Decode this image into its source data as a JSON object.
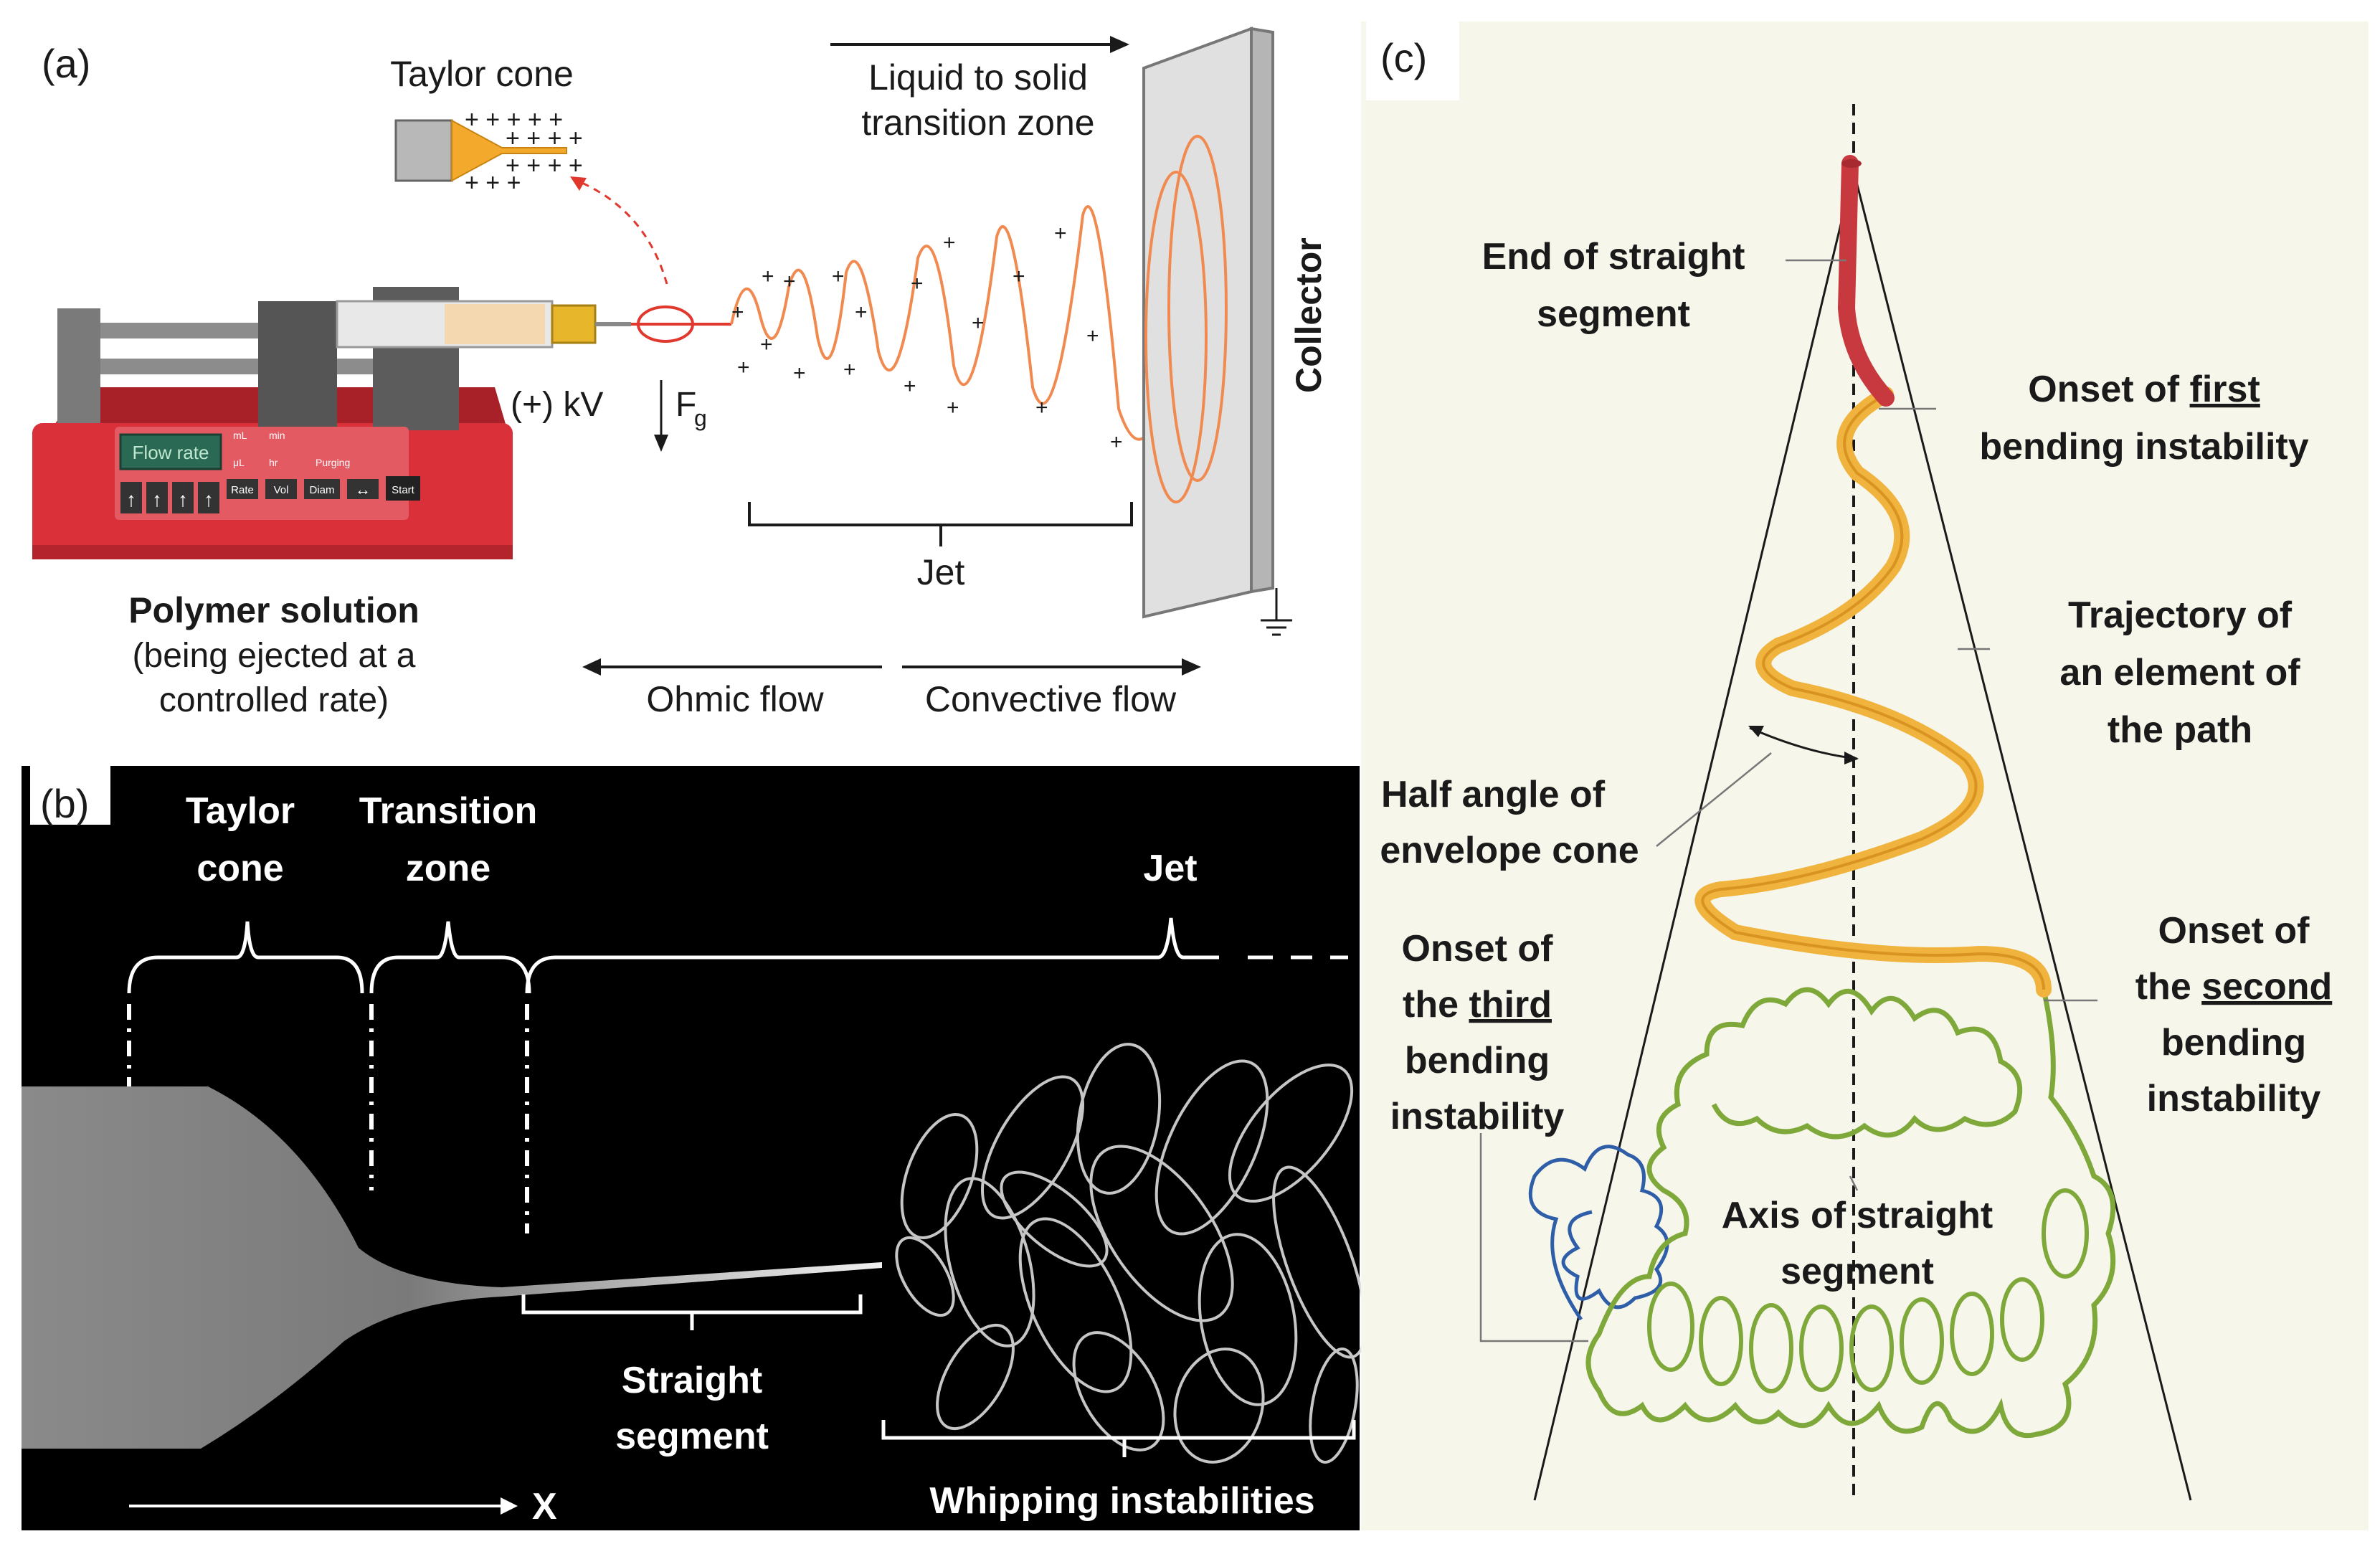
{
  "panel_a": {
    "label": "(a)",
    "taylor_cone": "Taylor cone",
    "transition_line1": "Liquid to solid",
    "transition_line2": "transition zone",
    "collector": "Collector",
    "voltage": "(+) kV",
    "force": "F",
    "force_sub": "g",
    "jet": "Jet",
    "polymer_title": "Polymer solution",
    "polymer_line2": "(being ejected at a",
    "polymer_line3": "controlled rate)",
    "ohmic_flow": "Ohmic flow",
    "convective_flow": "Convective flow",
    "pump": {
      "display": "Flow rate",
      "opt_ml": "mL",
      "opt_min": "min",
      "opt_ul": "μL",
      "opt_hr": "hr",
      "opt_purging": "Purging",
      "btn_rate": "Rate",
      "btn_vol": "Vol",
      "btn_diam": "Diam",
      "btn_start": "Start"
    },
    "colors": {
      "pump_body": "#d9303a",
      "jet": "#f08a50",
      "cone": "#f3a92c"
    }
  },
  "panel_b": {
    "label": "(b)",
    "taylor_cone_line1": "Taylor",
    "taylor_cone_line2": "cone",
    "transition_line1": "Transition",
    "transition_line2": "zone",
    "jet": "Jet",
    "straight_line1": "Straight",
    "straight_line2": "segment",
    "whipping": "Whipping instabilities",
    "x_axis": "X"
  },
  "panel_c": {
    "label": "(c)",
    "end_straight_line1": "End of straight",
    "end_straight_line2": "segment",
    "onset_first_a": "Onset of ",
    "onset_first_b": "first",
    "onset_first_line2": "bending instability",
    "trajectory_line1": "Trajectory of",
    "trajectory_line2": "an element of",
    "trajectory_line3": "the path",
    "half_angle_line1": "Half angle of",
    "half_angle_line2": "envelope cone",
    "onset_second_line1": "Onset of",
    "onset_second_a": "the ",
    "onset_second_b": "second",
    "onset_second_line3": "bending",
    "onset_second_line4": "instability",
    "onset_third_line1": "Onset of",
    "onset_third_a": "the ",
    "onset_third_b": "third",
    "onset_third_line3": "bending",
    "onset_third_line4": "instability",
    "axis_line1": "Axis of straight",
    "axis_line2": "segment",
    "colors": {
      "straight": "#c8393f",
      "first": "#f0b33e",
      "second": "#7fa83a",
      "third": "#2f5ea8",
      "background": "#f6f6ea"
    }
  }
}
